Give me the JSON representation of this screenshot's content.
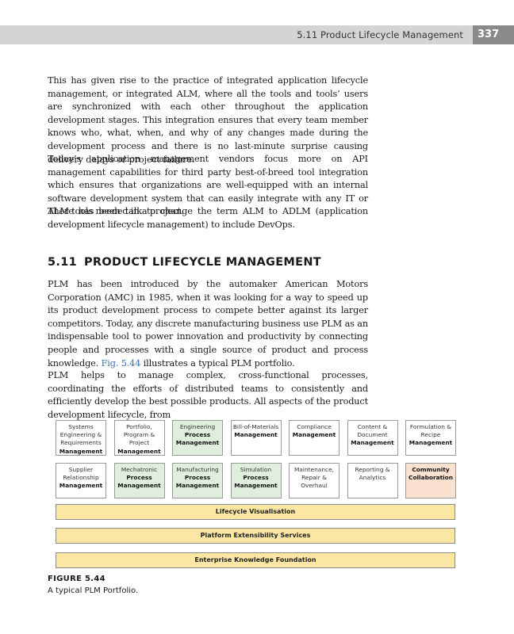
{
  "header": {
    "running_title": "5.11 Product Lifecycle Management",
    "page_number": "337"
  },
  "paragraphs_top": [
    "This has given rise to the practice of integrated application lifecycle management, or integrated ALM, where all the tools and tools’ users are synchronized with each other throughout the application development stages. This integration ensures that every team member knows who, what, when, and why of any changes made during the development process and there is no last-minute surprise causing delivery delays or project failure.",
    "Today’s application management vendors focus more on API management capabilities for third party best-of-breed tool integration which ensures that organizations are well-equipped with an internal software development system that can easily integrate with any IT or ALM tools needed in a project.",
    "There has been talk to change the term ALM to ADLM (application development lifecycle management) to include DevOps."
  ],
  "section": {
    "number": "5.11",
    "title": "PRODUCT LIFECYCLE MANAGEMENT"
  },
  "section_paragraphs": {
    "p1_before_ref": "PLM has been introduced by the automaker American Motors Corporation (AMC) in 1985, when it was looking for a way to speed up its product development process to compete better against its larger competitors. Today, any discrete manufacturing business use PLM as an indispensable tool to power innovation and productivity by connecting people and processes with a single source of product and process knowledge.",
    "p1_ref": "Fig. 5.44",
    "p1_after_ref": "illustrates a typical PLM portfolio.",
    "p2": "PLM helps to manage complex, cross-functional processes, coordinating the efforts of distributed teams to consistently and efficiently develop the best possible products. All aspects of the product development lifecycle, from"
  },
  "figure": {
    "colors": {
      "green": "#dfeedd",
      "peach": "#fbe1d0",
      "bar": "#fbe7a3",
      "border": "#9a9a9a"
    },
    "row1": [
      {
        "lines": [
          "Systems",
          "Engineering &",
          "Requirements"
        ],
        "bold": "Management",
        "fill": "white"
      },
      {
        "lines": [
          "Portfolio,",
          "Program &",
          "Project"
        ],
        "bold": "Management",
        "fill": "white"
      },
      {
        "lines": [
          "Engineering"
        ],
        "bold": "Process Management",
        "fill": "green"
      },
      {
        "lines": [
          "Bill-of-Materials"
        ],
        "bold": "Management",
        "fill": "white"
      },
      {
        "lines": [
          "Compliance"
        ],
        "bold": "Management",
        "fill": "white"
      },
      {
        "lines": [
          "Content &",
          "Document"
        ],
        "bold": "Management",
        "fill": "white"
      },
      {
        "lines": [
          "Formulation &",
          "Recipe"
        ],
        "bold": "Management",
        "fill": "white"
      }
    ],
    "row2": [
      {
        "lines": [
          "Supplier",
          "Relationship"
        ],
        "bold": "Management",
        "fill": "white"
      },
      {
        "lines": [
          "Mechatronic"
        ],
        "bold": "Process Management",
        "fill": "green"
      },
      {
        "lines": [
          "Manufacturing"
        ],
        "bold": "Process Management",
        "fill": "green"
      },
      {
        "lines": [
          "Simulation"
        ],
        "bold": "Process Management",
        "fill": "green"
      },
      {
        "lines": [
          "Maintenance,",
          "Repair &",
          "Overhaul"
        ],
        "bold": "",
        "fill": "white"
      },
      {
        "lines": [
          "Reporting &",
          "Analytics"
        ],
        "bold": "",
        "fill": "white"
      },
      {
        "lines": [],
        "bold": "Community Collaboration",
        "fill": "peach"
      }
    ],
    "bars": [
      "Lifecycle Visualisation",
      "Platform Extensibility Services",
      "Enterprise Knowledge Foundation"
    ],
    "label": "FIGURE 5.44",
    "caption": "A typical PLM Portfolio."
  }
}
